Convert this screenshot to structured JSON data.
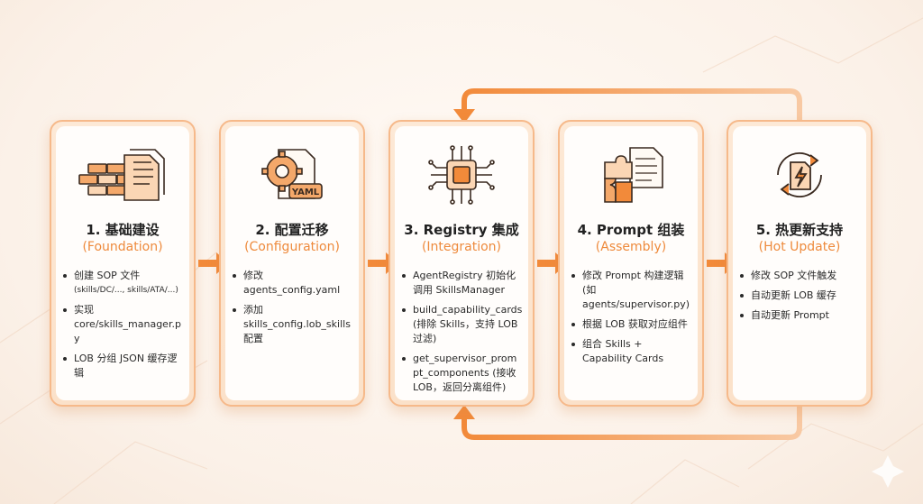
{
  "colors": {
    "accent": "#f28a3a",
    "card_border": "#f6b98a",
    "subtitle": "#ee8a3c"
  },
  "steps": [
    {
      "title": "1. 基础建设",
      "subtitle": "(Foundation)",
      "icon": "bricks-documents-icon",
      "items": [
        {
          "text": "创建 SOP 文件",
          "sub": "(skills/DC/..., skills/ATA/...)"
        },
        {
          "text": "实现 core/skills_manager.py"
        },
        {
          "text": "LOB 分组 JSON 缓存逻辑"
        }
      ]
    },
    {
      "title": "2. 配置迁移",
      "subtitle": "(Configuration)",
      "icon": "gear-yaml-icon",
      "items": [
        {
          "text": "修改 agents_config.yaml"
        },
        {
          "text": "添加 skills_config.lob_skills 配置"
        }
      ]
    },
    {
      "title": "3. Registry 集成",
      "subtitle": "(Integration)",
      "icon": "chip-circuit-icon",
      "items": [
        {
          "text": "AgentRegistry 初始化调用 SkillsManager"
        },
        {
          "text": "build_capability_cards (排除 Skills，支持 LOB 过滤)"
        },
        {
          "text": "get_supervisor_prompt_components (接收 LOB，返回分离组件)"
        }
      ]
    },
    {
      "title": "4. Prompt 组装",
      "subtitle": "(Assembly)",
      "icon": "puzzle-document-icon",
      "items": [
        {
          "text": "修改 Prompt 构建逻辑 (如 agents/supervisor.py)"
        },
        {
          "text": "根据 LOB 获取对应组件"
        },
        {
          "text": "组合 Skills + Capability Cards"
        }
      ]
    },
    {
      "title": "5. 热更新支持",
      "subtitle": "(Hot Update)",
      "icon": "refresh-lightning-icon",
      "items": [
        {
          "text": "修改 SOP 文件触发"
        },
        {
          "text": "自动更新 LOB 缓存"
        },
        {
          "text": "自动更新 Prompt"
        }
      ]
    }
  ],
  "icon_labels": {
    "yaml": "YAML"
  }
}
